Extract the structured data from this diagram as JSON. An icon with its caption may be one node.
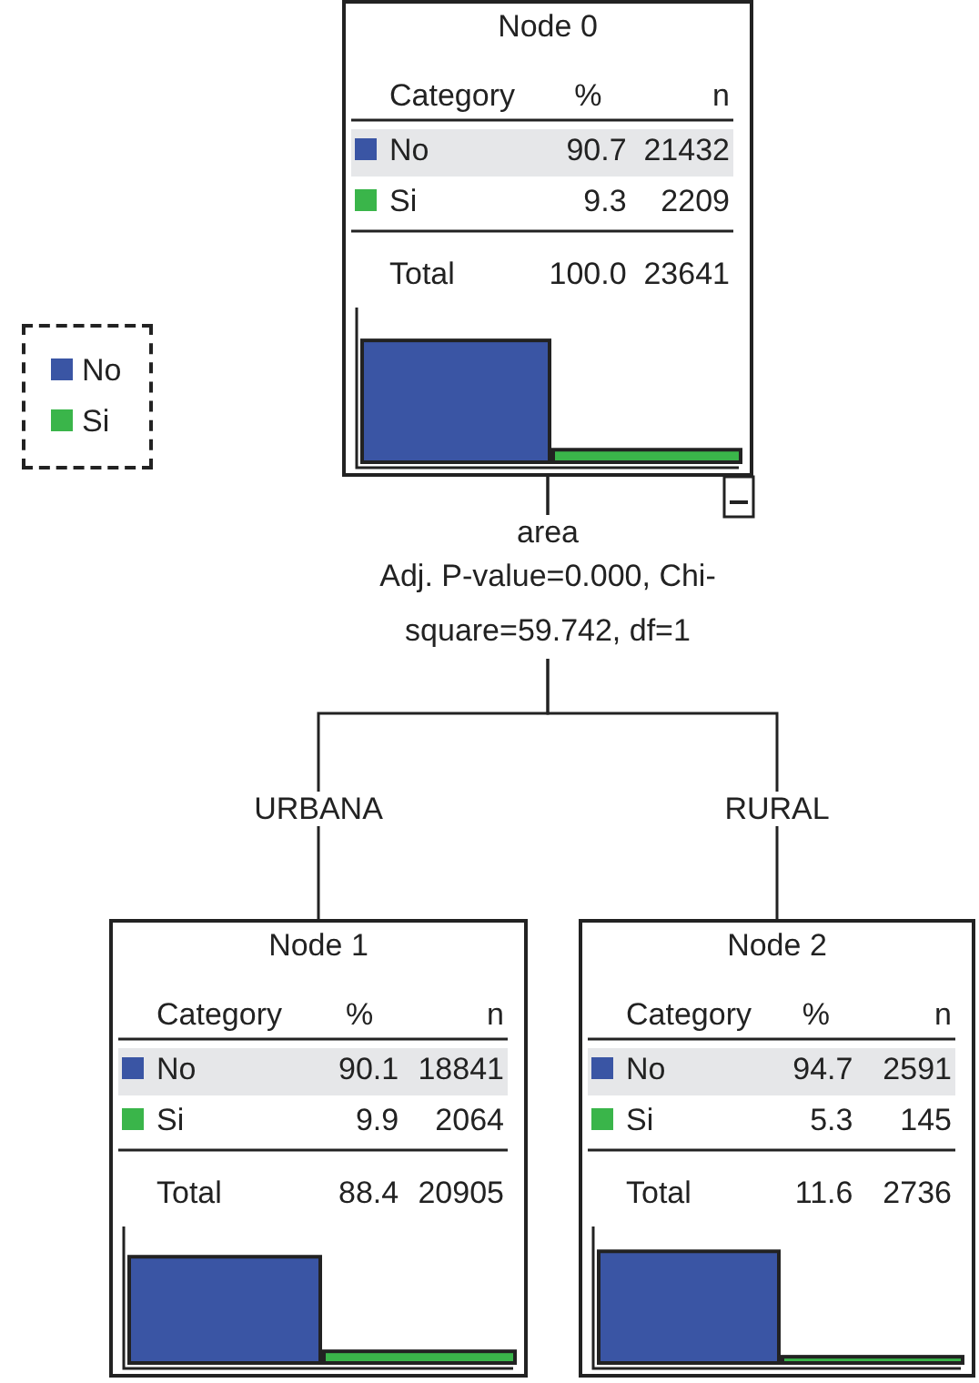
{
  "diagram": {
    "nodes": [
      {
        "text": [
          "Node 0",
          "Category",
          "%",
          "n",
          "No",
          "90.7",
          "21432",
          "Si",
          "9.3",
          "2209",
          "Total",
          "100.0",
          "23641"
        ]
      },
      {
        "text": [
          "Node 1",
          "Category",
          "%",
          "n",
          "No",
          "90.1",
          "18841",
          "Si",
          "9.9",
          "2064",
          "Total",
          "88.4",
          "20905"
        ]
      },
      {
        "text": [
          "Node 2",
          "Category",
          "%",
          "n",
          "No",
          "94.7",
          "2591",
          "Si",
          "5.3",
          "145",
          "Total",
          "11.6",
          "2736"
        ]
      }
    ],
    "edges": [
      {
        "from": 0,
        "to": 1,
        "arrow": "none",
        "label": "URBANA"
      },
      {
        "from": 0,
        "to": 2,
        "arrow": "none",
        "label": "RURAL"
      }
    ],
    "labels": [
      "area",
      "Adj. P-value=0.000, Chi-square=59.742, df=1"
    ],
    "legend": [
      {
        "text": "No",
        "color": "#3a55a4"
      },
      {
        "text": "Si",
        "color": "#3ab54a"
      }
    ]
  }
}
